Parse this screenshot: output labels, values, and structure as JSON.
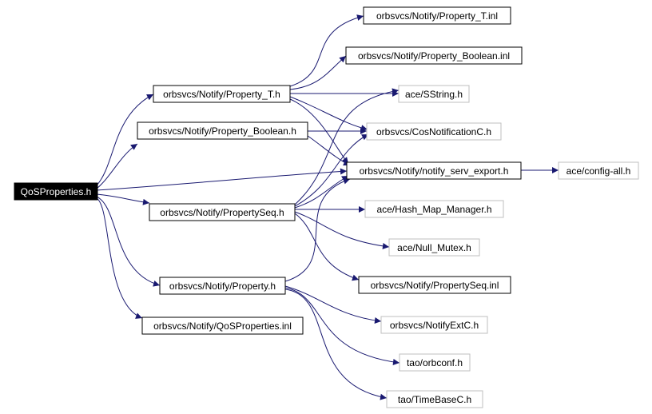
{
  "colors": {
    "edge": "#191970",
    "root_fill": "#000000",
    "root_text": "#ffffff",
    "node_border_documented": "#000000",
    "node_border_undocumented": "#bfbfbf",
    "node_text": "#000000"
  },
  "graph": {
    "root": "QoSProperties.h",
    "nodes": {
      "qos": "QoSProperties.h",
      "property_t_h": "orbsvcs/Notify/Property_T.h",
      "property_boolean_h": "orbsvcs/Notify/Property_Boolean.h",
      "propertyseq_h": "orbsvcs/Notify/PropertySeq.h",
      "property_h": "orbsvcs/Notify/Property.h",
      "qosproperties_inl": "orbsvcs/Notify/QoSProperties.inl",
      "property_t_inl": "orbsvcs/Notify/Property_T.inl",
      "property_boolean_inl": "orbsvcs/Notify/Property_Boolean.inl",
      "sstring": "ace/SString.h",
      "cosnotificationc": "orbsvcs/CosNotificationC.h",
      "notify_serv_export": "orbsvcs/Notify/notify_serv_export.h",
      "config_all": "ace/config-all.h",
      "hash_map_manager": "ace/Hash_Map_Manager.h",
      "null_mutex": "ace/Null_Mutex.h",
      "propertyseq_inl": "orbsvcs/Notify/PropertySeq.inl",
      "notifyextc": "orbsvcs/NotifyExtC.h",
      "orbconf": "tao/orbconf.h",
      "timebasec": "tao/TimeBaseC.h"
    }
  }
}
